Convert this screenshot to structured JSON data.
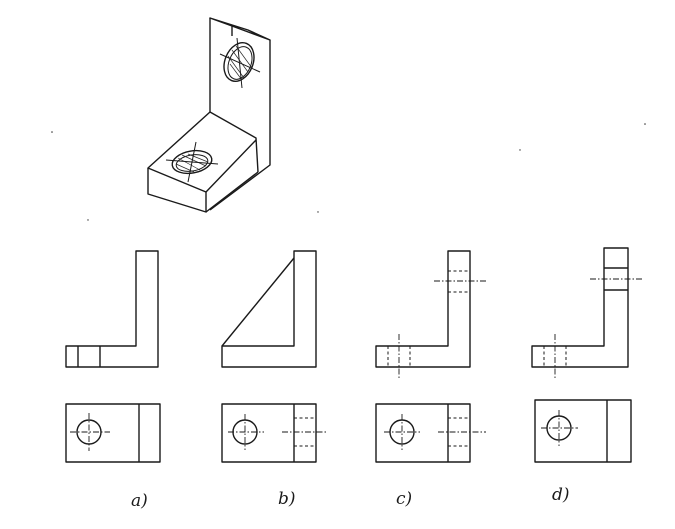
{
  "diagram": {
    "options": [
      {
        "id": "a",
        "label": "a)"
      },
      {
        "id": "b",
        "label": "b)"
      },
      {
        "id": "c",
        "label": "c)"
      },
      {
        "id": "d",
        "label": "d)"
      }
    ]
  }
}
